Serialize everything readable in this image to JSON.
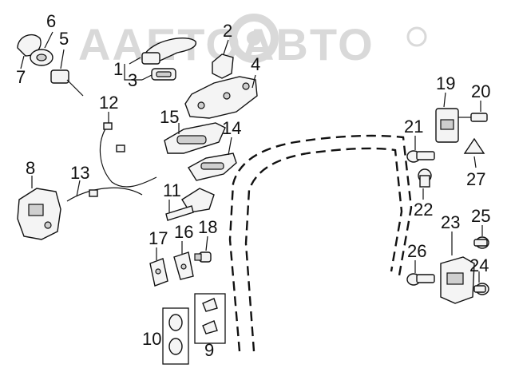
{
  "watermark": {
    "text": "AAETOABTO"
  },
  "callouts": [
    "1",
    "2",
    "3",
    "4",
    "5",
    "6",
    "7",
    "8",
    "9",
    "10",
    "11",
    "12",
    "13",
    "14",
    "15",
    "16",
    "17",
    "18",
    "19",
    "20",
    "21",
    "22",
    "23",
    "24",
    "25",
    "26",
    "27"
  ]
}
